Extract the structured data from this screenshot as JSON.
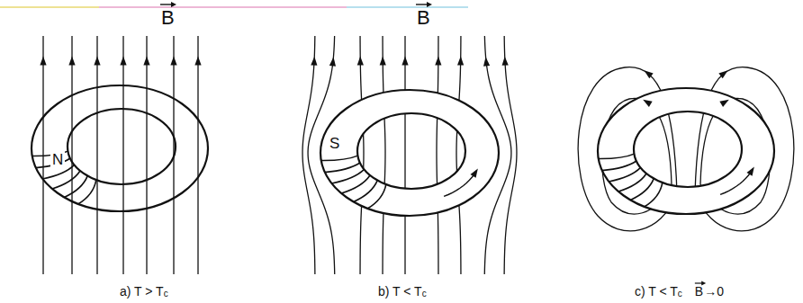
{
  "diagram": {
    "labels": [
      "B",
      "B",
      "N",
      "S",
      "a) T > T",
      "c",
      "b) T < T",
      "c",
      "c) T < T",
      "c",
      "B",
      "→0"
    ]
  }
}
